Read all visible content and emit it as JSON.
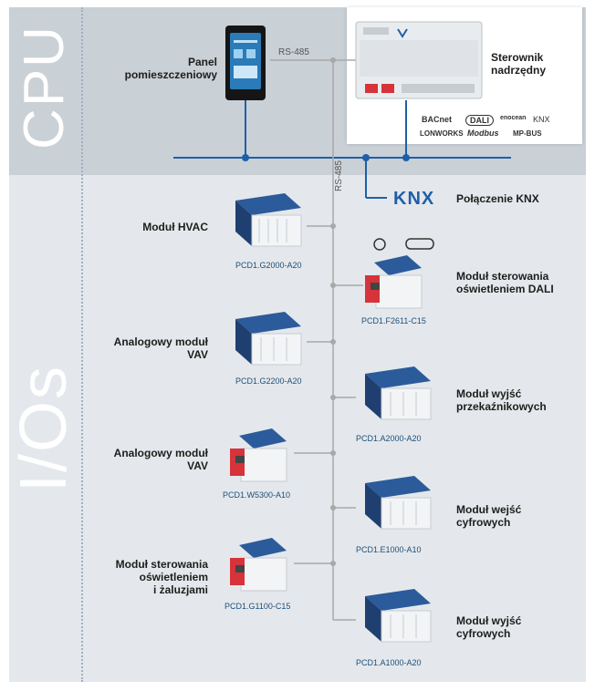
{
  "sections": {
    "cpu": "CPU",
    "io": "I/Os"
  },
  "bus": {
    "rs485_top": "RS-485",
    "rs485_vertical": "RS-485"
  },
  "knx": {
    "logo": "KNX",
    "label": "Połączenie KNX"
  },
  "panel": {
    "line1": "Panel",
    "line2": "pomieszczeniowy"
  },
  "controller": {
    "line1": "Sterownik",
    "line2": "nadrzędny"
  },
  "protocols": [
    "BACnet",
    "DALI",
    "enocean",
    "KNX",
    "LONWORKS",
    "Modbus",
    "MP-BUS"
  ],
  "modules_left": [
    {
      "lines": [
        "Moduł HVAC"
      ],
      "code": "PCD1.G2000-A20"
    },
    {
      "lines": [
        "Analogowy moduł",
        "VAV"
      ],
      "code": "PCD1.G2200-A20"
    },
    {
      "lines": [
        "Analogowy moduł",
        "VAV"
      ],
      "code": "PCD1.W5300-A10"
    },
    {
      "lines": [
        "Moduł sterowania",
        "oświetleniem",
        "i żaluzjami"
      ],
      "code": "PCD1.G1100-C15"
    }
  ],
  "modules_right": [
    {
      "lines": [
        "Moduł sterowania",
        "oświetleniem DALI"
      ],
      "code": "PCD1.F2611-C15"
    },
    {
      "lines": [
        "Moduł wyjść",
        "przekaźnikowych"
      ],
      "code": "PCD1.A2000-A20"
    },
    {
      "lines": [
        "Moduł wejść",
        "cyfrowych"
      ],
      "code": "PCD1.E1000-A10"
    },
    {
      "lines": [
        "Moduł wyjść",
        "cyfrowych"
      ],
      "code": "PCD1.A1000-A20"
    }
  ]
}
